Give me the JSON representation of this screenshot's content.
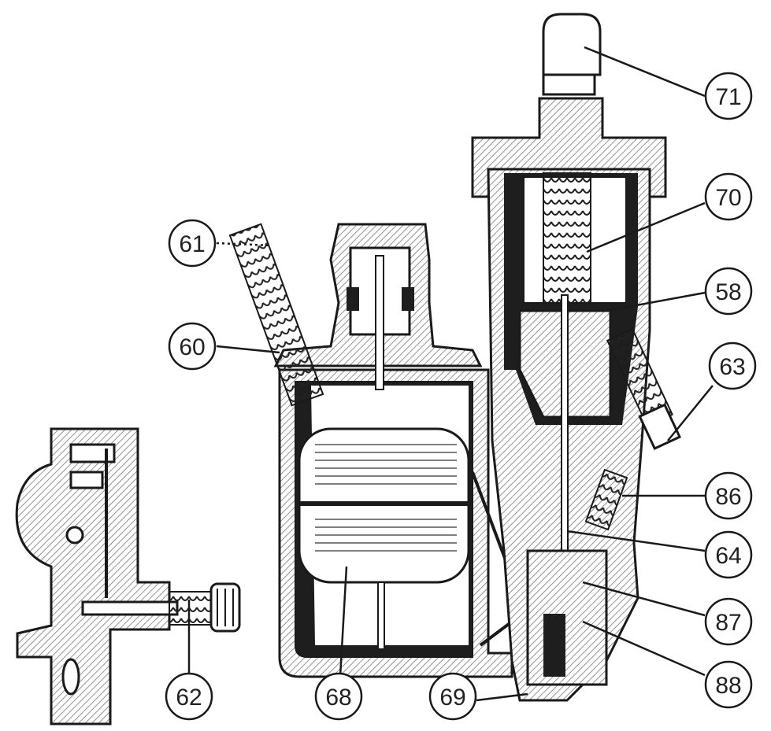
{
  "diagram": {
    "callouts": [
      {
        "id": "71",
        "label": "71"
      },
      {
        "id": "70",
        "label": "70"
      },
      {
        "id": "61",
        "label": "61"
      },
      {
        "id": "58",
        "label": "58"
      },
      {
        "id": "60",
        "label": "60"
      },
      {
        "id": "63",
        "label": "63"
      },
      {
        "id": "86",
        "label": "86"
      },
      {
        "id": "64",
        "label": "64"
      },
      {
        "id": "87",
        "label": "87"
      },
      {
        "id": "88",
        "label": "88"
      },
      {
        "id": "62",
        "label": "62"
      },
      {
        "id": "68",
        "label": "68"
      },
      {
        "id": "69",
        "label": "69"
      }
    ],
    "colors": {
      "ink": "#1a1a1a",
      "hatch": "#8a8a8a",
      "paper": "#ffffff",
      "dark_fill": "#1e1e1e"
    }
  }
}
